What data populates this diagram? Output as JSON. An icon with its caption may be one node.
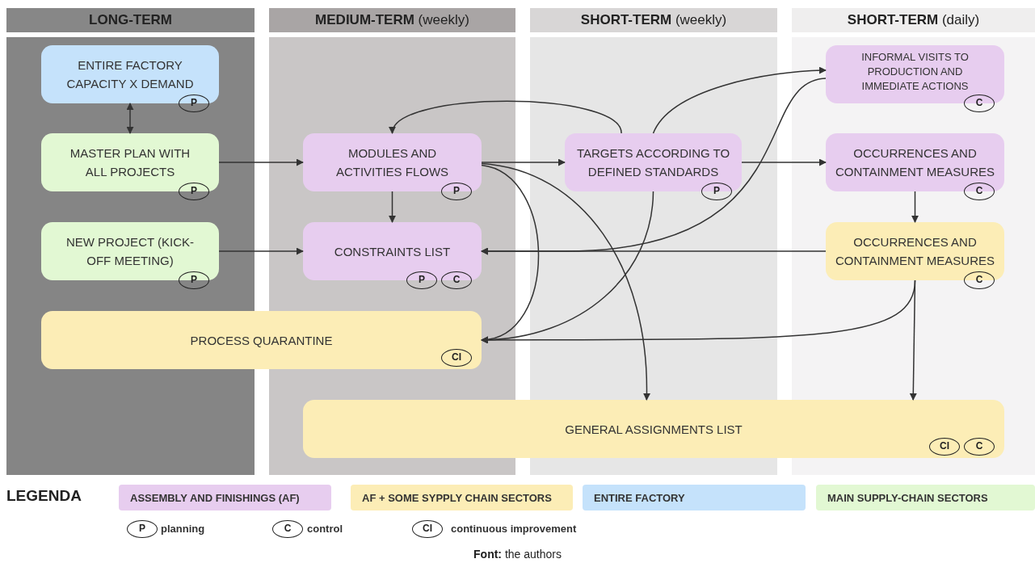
{
  "diagram": {
    "caption": "**Font:** the authors",
    "nodes": [
      {
        "text": [
          "LONG-TERM"
        ]
      },
      {
        "text": [
          "**MEDIUM-TERM** (weekly)"
        ]
      },
      {
        "text": [
          "**SHORT-TERM** (weekly)"
        ]
      },
      {
        "text": [
          "**SHORT-TERM** (daily)"
        ]
      },
      {
        "text": [
          "ENTIRE FACTORY CAPACITY X DEMAND",
          "P"
        ],
        "in": 0
      },
      {
        "text": [
          "MASTER PLAN WITH ALL PROJECTS",
          "P"
        ],
        "in": 0
      },
      {
        "text": [
          "NEW PROJECT (KICK-OFF MEETING)",
          "P"
        ],
        "in": 0
      },
      {
        "text": [
          "MODULES AND ACTIVITIES FLOWS",
          "P"
        ],
        "in": 1
      },
      {
        "text": [
          "CONSTRAINTS LIST",
          "P",
          "C"
        ],
        "in": 1
      },
      {
        "text": [
          "PROCESS QUARANTINE",
          "CI"
        ]
      },
      {
        "text": [
          "TARGETS ACCORDING TO DEFINED STANDARDS",
          "P"
        ],
        "in": 2
      },
      {
        "text": [
          "INFORMAL VISITS TO PRODUCTION AND IMMEDIATE ACTIONS",
          "C"
        ],
        "in": 3
      },
      {
        "text": [
          "OCCURRENCES AND CONTAINMENT MEASURES",
          "C"
        ],
        "in": 3
      },
      {
        "text": [
          "OCCURRENCES AND CONTAINMENT MEASURES",
          "C"
        ],
        "in": 3
      },
      {
        "text": [
          "GENERAL ASSIGNMENTS LIST",
          "CI",
          "C"
        ]
      }
    ],
    "edges": [
      {
        "from": 4,
        "to": 5,
        "arrow": "both"
      },
      {
        "from": 5,
        "to": 7,
        "arrow": "to"
      },
      {
        "from": 6,
        "to": 8,
        "arrow": "to"
      },
      {
        "from": 7,
        "to": 8,
        "arrow": "to"
      },
      {
        "from": 7,
        "to": 10,
        "arrow": "to"
      },
      {
        "from": 10,
        "to": 7,
        "arrow": "to"
      },
      {
        "from": 10,
        "to": 11,
        "arrow": "to"
      },
      {
        "from": 10,
        "to": 12,
        "arrow": "to"
      },
      {
        "from": 12,
        "to": 13,
        "arrow": "to"
      },
      {
        "from": 13,
        "to": 8,
        "arrow": "to"
      },
      {
        "from": 11,
        "to": 8,
        "arrow": "to"
      },
      {
        "from": 10,
        "to": 9,
        "arrow": "to"
      },
      {
        "from": 7,
        "to": 9,
        "arrow": "to"
      },
      {
        "from": 7,
        "to": 14,
        "arrow": "to"
      },
      {
        "from": 13,
        "to": 14,
        "arrow": "to"
      },
      {
        "from": 13,
        "to": 9,
        "arrow": "to"
      }
    ],
    "labels": [
      "LEGENDA",
      "P",
      "C",
      "CI"
    ],
    "legend": [
      {
        "text": "ASSEMBLY AND FINISHINGS (AF)",
        "color": "#e7cdef"
      },
      {
        "text": "AF + SOME SYPPLY CHAIN SECTORS",
        "color": "#fcedb6"
      },
      {
        "text": "ENTIRE FACTORY",
        "color": "#c5e2fb"
      },
      {
        "text": "MAIN SUPPLY-CHAIN SECTORS",
        "color": "#e2f8d3"
      },
      {
        "text": "planning"
      },
      {
        "text": "control"
      },
      {
        "text": "continuous improvement"
      }
    ]
  }
}
